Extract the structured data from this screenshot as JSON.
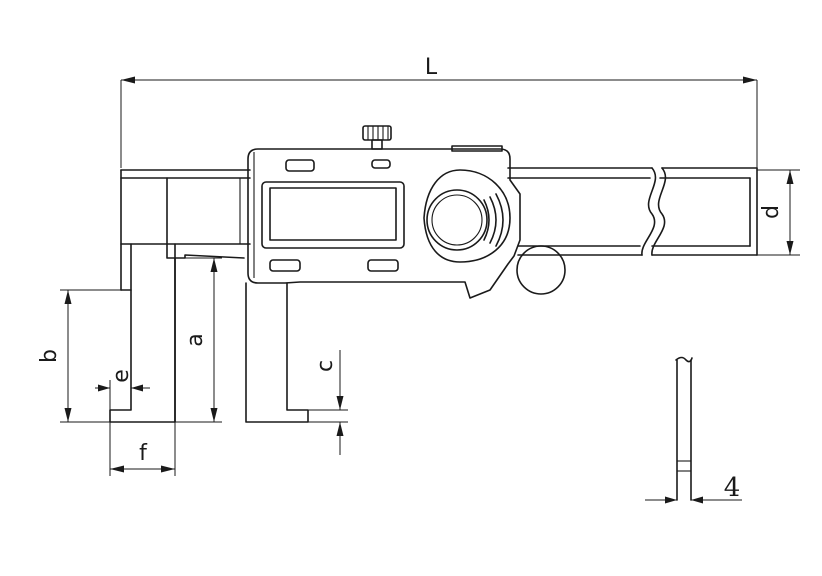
{
  "dimensions": {
    "length": "L",
    "height": "d",
    "jaw_depth": "b",
    "inner_depth": "a",
    "tip_width": "e",
    "jaw_width": "f",
    "tip_height": "c"
  },
  "detail": {
    "thickness": "4"
  },
  "colors": {
    "line": "#1a1a1a",
    "background": "#ffffff"
  }
}
